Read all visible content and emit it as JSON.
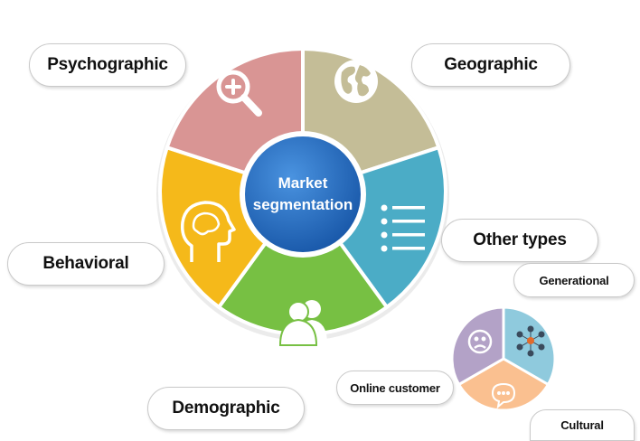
{
  "center": {
    "line1": "Market",
    "line2": "segmentation"
  },
  "segments": {
    "psychographic": "Psychographic",
    "geographic": "Geographic",
    "other_types": "Other types",
    "behavioral": "Behavioral",
    "demographic": "Demographic"
  },
  "sub_segments": {
    "generational": "Generational",
    "online_customer": "Online customer",
    "cultural": "Cultural"
  },
  "colors": {
    "psychographic": "#d99594",
    "geographic": "#c4bd97",
    "other_types": "#4bacc6",
    "behavioral": "#f5b91a",
    "demographic": "#77c043",
    "center": "#1f6fc5",
    "online_customer": "#b3a2c7",
    "generational": "#8fcadd",
    "cultural": "#fac090"
  },
  "icons": {
    "psychographic": "magnifier-plus-icon",
    "geographic": "globe-icon",
    "other_types": "list-icon",
    "behavioral": "head-brain-icon",
    "demographic": "people-icon",
    "online_customer": "sad-face-icon",
    "generational": "network-people-icon",
    "cultural": "speech-bubbles-icon"
  }
}
